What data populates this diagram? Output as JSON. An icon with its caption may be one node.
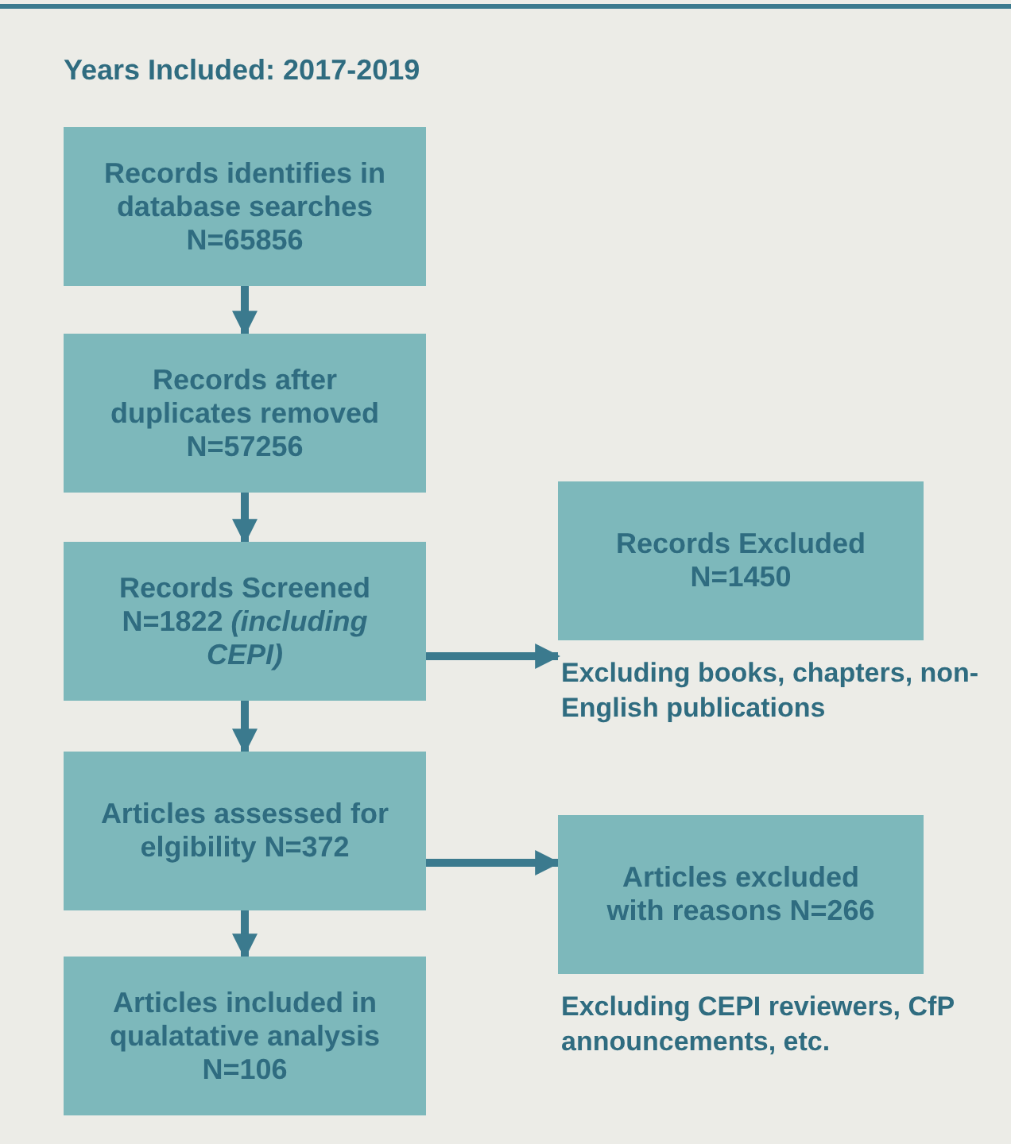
{
  "diagram": {
    "title": "Years Included: 2017-2019",
    "nodes": [
      {
        "text": [
          "Records identifies in database searches N=65856"
        ]
      },
      {
        "text": [
          "Records after duplicates removed N=57256"
        ]
      },
      {
        "text": [
          "Records Screened N=1822 *(including CEPI)*"
        ]
      },
      {
        "text": [
          "Articles assessed for elgibility N=372"
        ]
      },
      {
        "text": [
          "Articles included in qualatative analysis N=106"
        ]
      },
      {
        "text": [
          "Records Excluded N=1450"
        ],
        "beside": [
          "Excluding books, chapters, non-English publications"
        ]
      },
      {
        "text": [
          "Articles excluded with reasons N=266"
        ],
        "beside": [
          "Excluding CEPI reviewers, CfP announcements, etc."
        ]
      }
    ],
    "edges": [
      {
        "from": 0,
        "to": 1,
        "arrow": "to"
      },
      {
        "from": 1,
        "to": 2,
        "arrow": "to"
      },
      {
        "from": 2,
        "to": 3,
        "arrow": "to"
      },
      {
        "from": 3,
        "to": 4,
        "arrow": "to"
      },
      {
        "from": 2,
        "to": 5,
        "arrow": "to"
      },
      {
        "from": 3,
        "to": 6,
        "arrow": "to"
      }
    ]
  }
}
